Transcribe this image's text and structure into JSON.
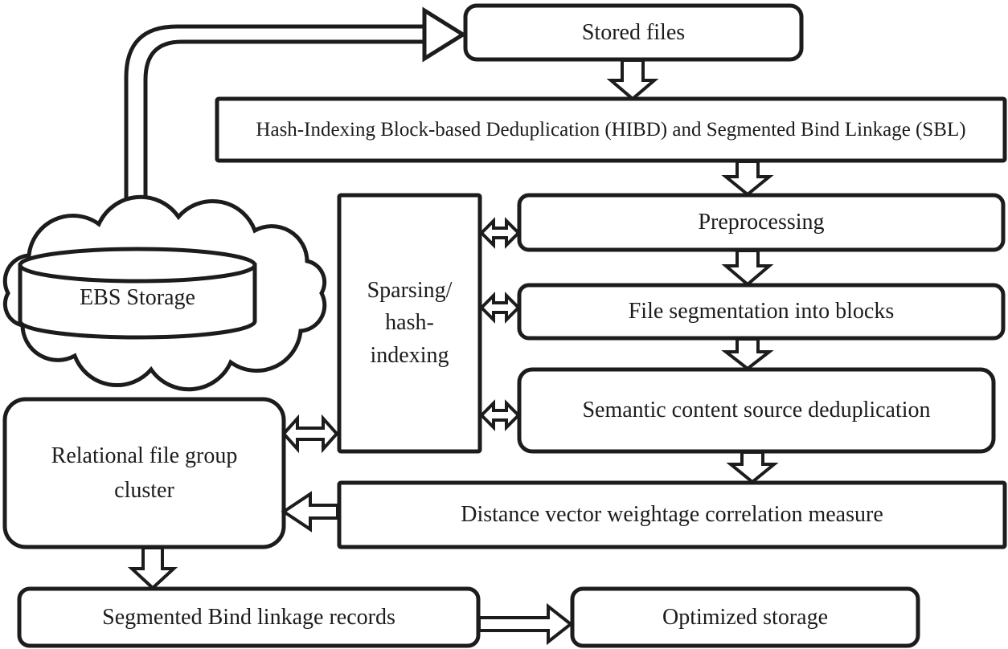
{
  "diagram": {
    "title_implicit": "HIBD and SBL deduplication workflow",
    "colors": {
      "ink": "#1c1c1c",
      "background": "#ffffff"
    },
    "nodes": {
      "stored_files": "Stored files",
      "hibd": "Hash-Indexing Block-based Deduplication (HIBD) and Segmented Bind Linkage (SBL)",
      "ebs_storage": "EBS Storage",
      "sparsing": "Sparsing/\nhash-\nindexing",
      "preprocessing": "Preprocessing",
      "file_segmentation": "File segmentation into blocks",
      "semantic_dedup": "Semantic content source deduplication",
      "distance_measure": "Distance vector weightage correlation measure",
      "cluster": "Relational file group\ncluster",
      "segmented_records": "Segmented Bind linkage records",
      "optimized_storage": "Optimized storage"
    },
    "edges": [
      {
        "from": "EBS Storage",
        "to": "Stored files",
        "type": "hollow-arrow"
      },
      {
        "from": "Stored files",
        "to": "Hash-Indexing Block-based Deduplication (HIBD) and Segmented Bind Linkage (SBL)",
        "type": "hollow-arrow"
      },
      {
        "from": "Hash-Indexing Block-based Deduplication (HIBD) and Segmented Bind Linkage (SBL)",
        "to": "Preprocessing",
        "type": "hollow-arrow"
      },
      {
        "from": "Preprocessing",
        "to": "File segmentation into blocks",
        "type": "hollow-arrow"
      },
      {
        "from": "File segmentation into blocks",
        "to": "Semantic content source deduplication",
        "type": "hollow-arrow"
      },
      {
        "from": "Semantic content source deduplication",
        "to": "Distance vector weightage correlation measure",
        "type": "hollow-arrow"
      },
      {
        "from": "Sparsing/hash-indexing",
        "to": "Preprocessing",
        "type": "double-headed-arrow"
      },
      {
        "from": "Sparsing/hash-indexing",
        "to": "File segmentation into blocks",
        "type": "double-headed-arrow"
      },
      {
        "from": "Sparsing/hash-indexing",
        "to": "Semantic content source deduplication",
        "type": "double-headed-arrow"
      },
      {
        "from": "Relational file group cluster",
        "to": "Sparsing/hash-indexing",
        "type": "double-headed-arrow"
      },
      {
        "from": "Distance vector weightage correlation measure",
        "to": "Relational file group cluster",
        "type": "hollow-arrow"
      },
      {
        "from": "Relational file group cluster",
        "to": "Segmented Bind linkage records",
        "type": "hollow-arrow"
      },
      {
        "from": "Segmented Bind linkage records",
        "to": "Optimized storage",
        "type": "hollow-arrow"
      }
    ]
  }
}
